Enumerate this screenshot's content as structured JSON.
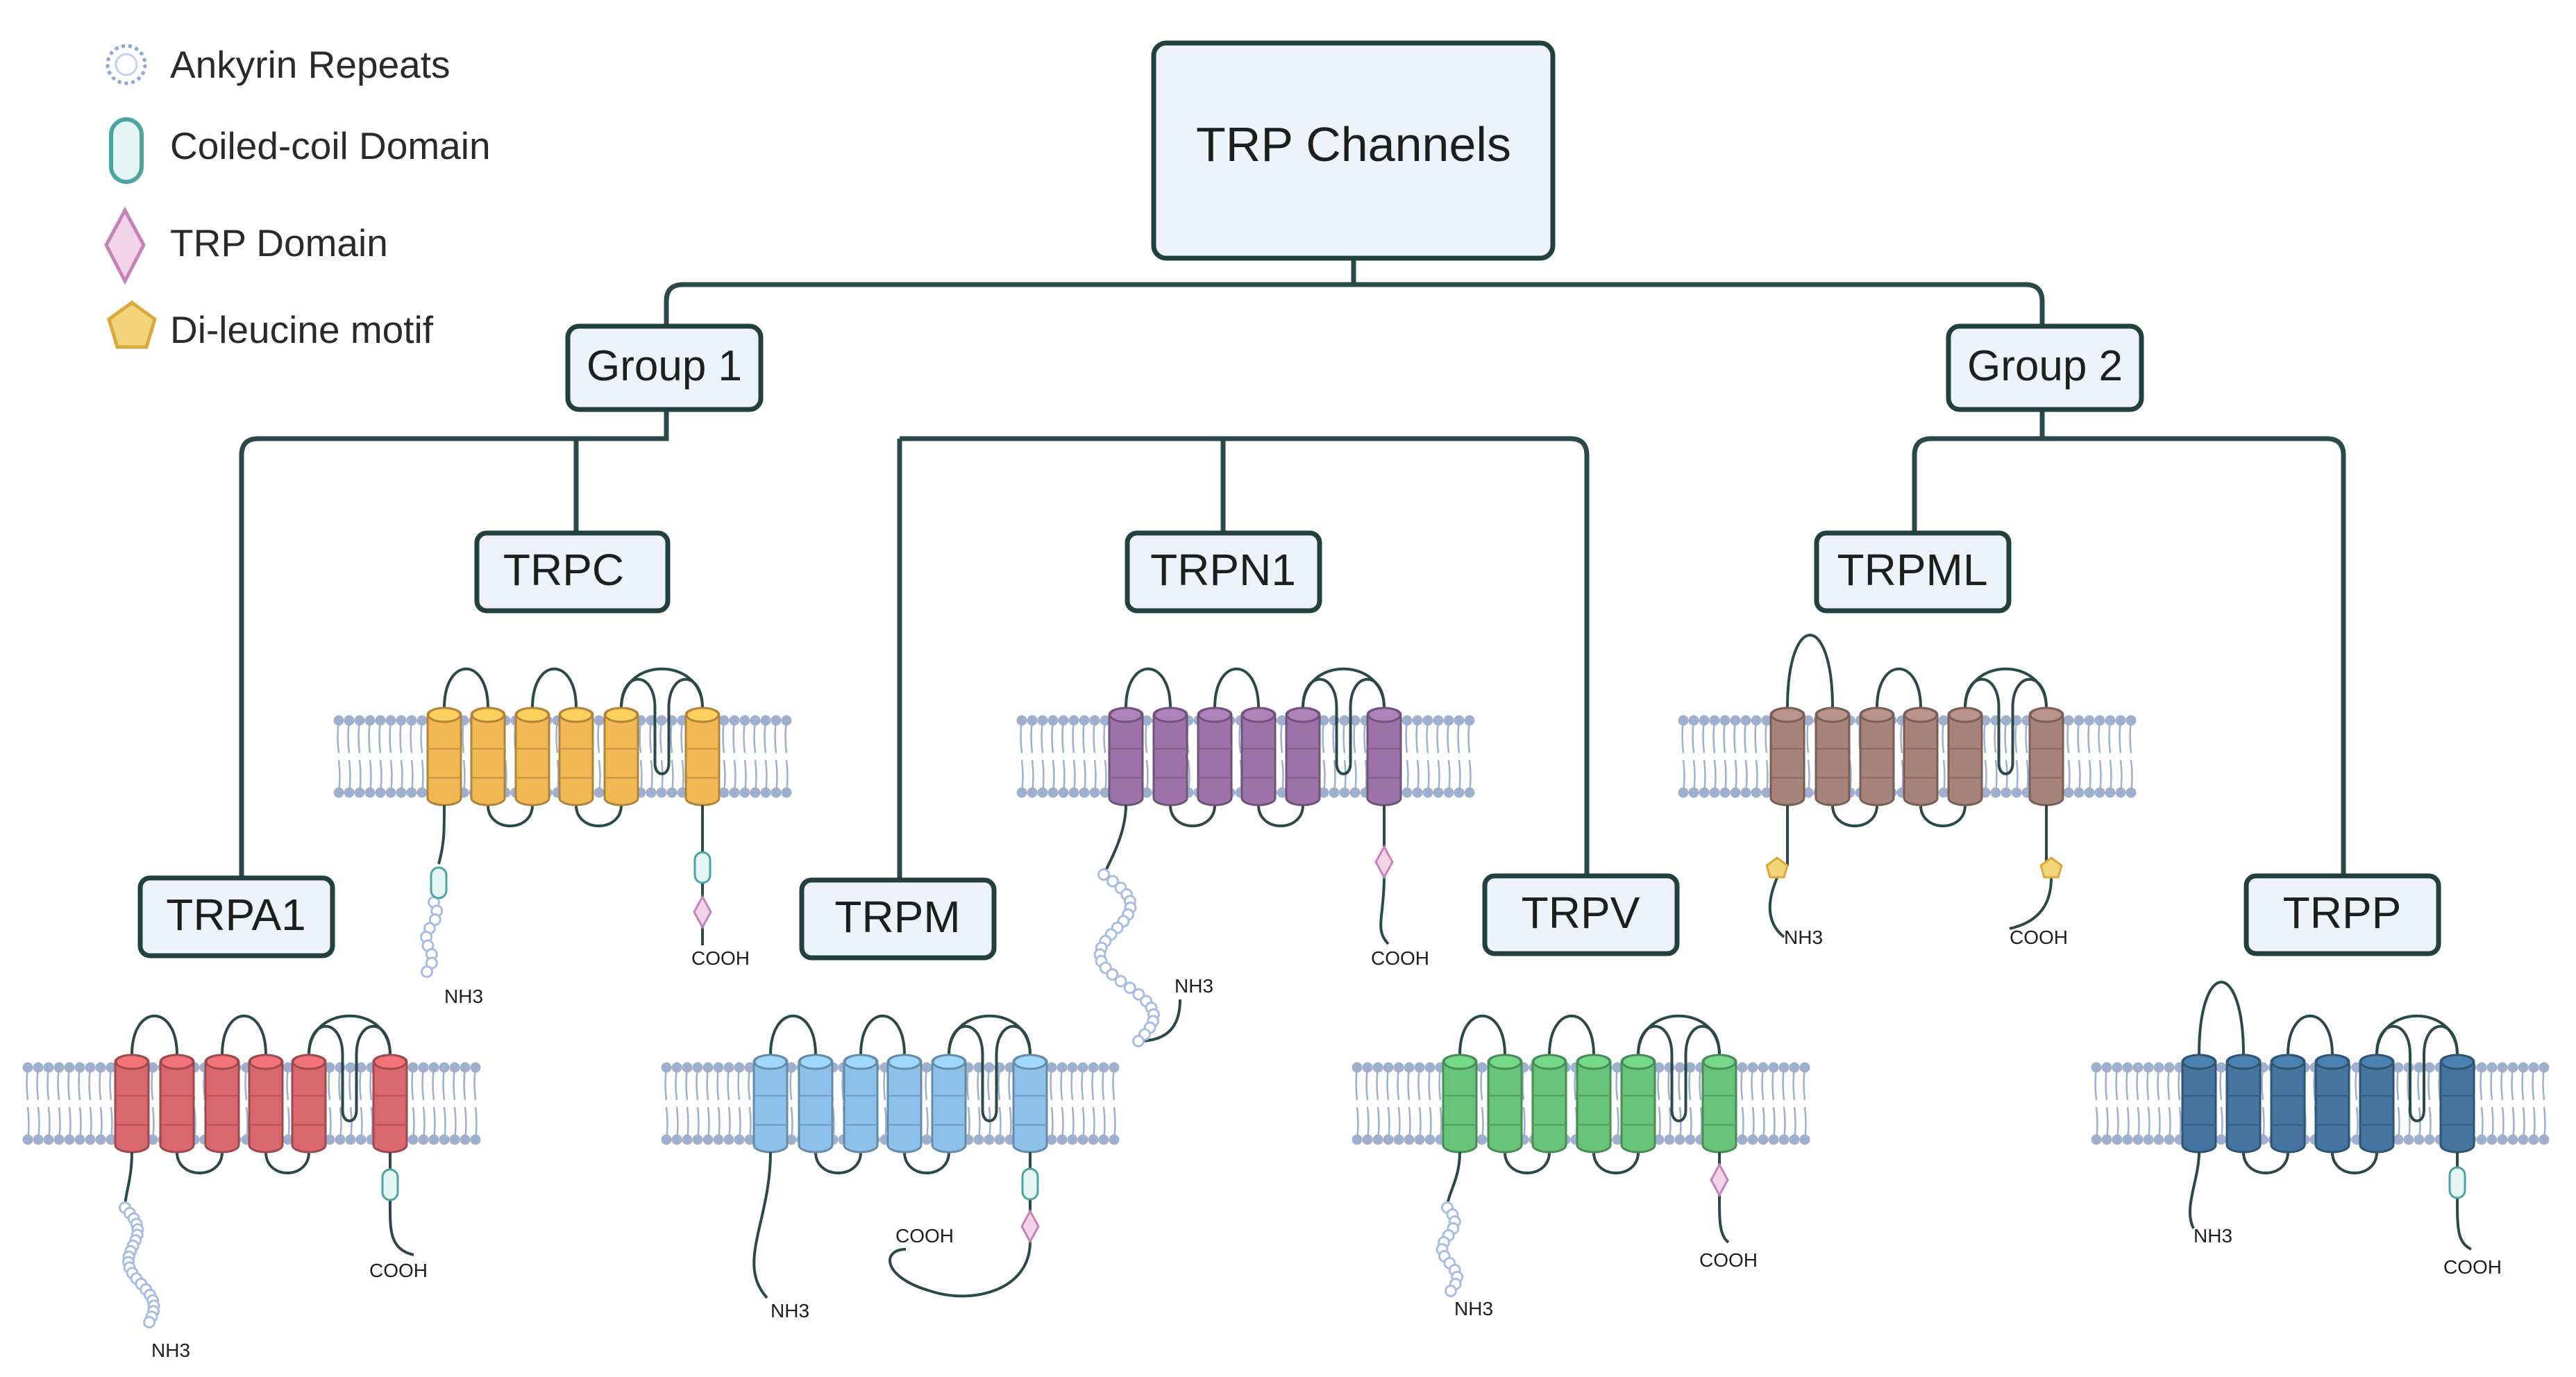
{
  "legend": [
    {
      "icon": "ankyrin-repeat-icon",
      "label": "Ankyrin Repeats"
    },
    {
      "icon": "coiled-coil-icon",
      "label": "Coiled-coil  Domain"
    },
    {
      "icon": "trp-domain-icon",
      "label": "TRP  Domain"
    },
    {
      "icon": "di-leucine-icon",
      "label": "Di-leucine motif"
    }
  ],
  "root": {
    "label": "TRP Channels"
  },
  "groups": [
    {
      "label": "Group 1"
    },
    {
      "label": "Group 2"
    }
  ],
  "subfamilies": [
    {
      "label": "TRPA1",
      "color": "#d9676d",
      "nterm": "NH3",
      "cterm": "COOH"
    },
    {
      "label": "TRPC",
      "color": "#f0b954",
      "nterm": "NH3",
      "cterm": "COOH"
    },
    {
      "label": "TRPM",
      "color": "#8ec1ea",
      "nterm": "NH3",
      "cterm": "COOH"
    },
    {
      "label": "TRPN1",
      "color": "#9c73a9",
      "nterm": "NH3",
      "cterm": "COOH"
    },
    {
      "label": "TRPV",
      "color": "#67c27a",
      "nterm": "NH3",
      "cterm": "COOH"
    },
    {
      "label": "TRPML",
      "color": "#a8837a",
      "nterm": "NH3",
      "cterm": "COOH"
    },
    {
      "label": "TRPP",
      "color": "#44749f",
      "nterm": "NH3",
      "cterm": "COOH"
    }
  ],
  "colors": {
    "line": "#2b4a47",
    "box_fill": "#eef3fb",
    "box_stroke": "#22403d",
    "membrane": "#9fb0cf",
    "ankyrin": "#a9bde3",
    "coiled_coil_fill": "#e4f5f2",
    "coiled_coil_stroke": "#4aa5a0",
    "trp_domain_fill": "#f2d3e8",
    "trp_domain_stroke": "#c582b8",
    "dileucine_fill": "#f2d47a",
    "dileucine_stroke": "#d9a93a"
  }
}
